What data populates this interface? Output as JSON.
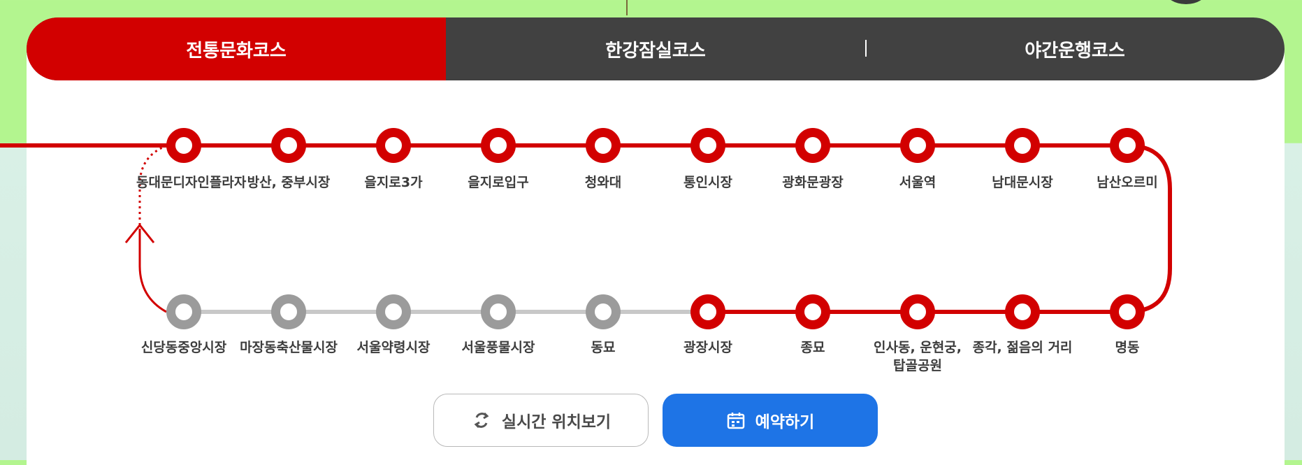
{
  "tabs": [
    {
      "label": "전통문화코스",
      "active": true
    },
    {
      "label": "한강잠실코스",
      "active": false
    },
    {
      "label": "야간운행코스",
      "active": false
    }
  ],
  "route": {
    "active_color": "#d20000",
    "inactive_color": "#9b9b9b",
    "top_row": [
      {
        "name": "동대문디자인플라자",
        "status": "active"
      },
      {
        "name": "방산, 중부시장",
        "status": "active"
      },
      {
        "name": "을지로3가",
        "status": "active"
      },
      {
        "name": "을지로입구",
        "status": "active"
      },
      {
        "name": "청와대",
        "status": "active"
      },
      {
        "name": "통인시장",
        "status": "active"
      },
      {
        "name": "광화문광장",
        "status": "active"
      },
      {
        "name": "서울역",
        "status": "active"
      },
      {
        "name": "남대문시장",
        "status": "active"
      },
      {
        "name": "남산오르미",
        "status": "active"
      }
    ],
    "bottom_row": [
      {
        "name": "신당동중앙시장",
        "status": "inactive"
      },
      {
        "name": "마장동축산물시장",
        "status": "inactive"
      },
      {
        "name": "서울약령시장",
        "status": "inactive"
      },
      {
        "name": "서울풍물시장",
        "status": "inactive"
      },
      {
        "name": "동묘",
        "status": "inactive"
      },
      {
        "name": "광장시장",
        "status": "active"
      },
      {
        "name": "종묘",
        "status": "active"
      },
      {
        "name": "인사동, 운현궁, 탑골공원",
        "status": "active"
      },
      {
        "name": "종각, 젊음의 거리",
        "status": "active"
      },
      {
        "name": "명동",
        "status": "active"
      }
    ]
  },
  "buttons": {
    "live_location": {
      "label": "실시간 위치보기",
      "icon": "refresh-icon"
    },
    "reserve": {
      "label": "예약하기",
      "icon": "calendar-icon"
    }
  }
}
